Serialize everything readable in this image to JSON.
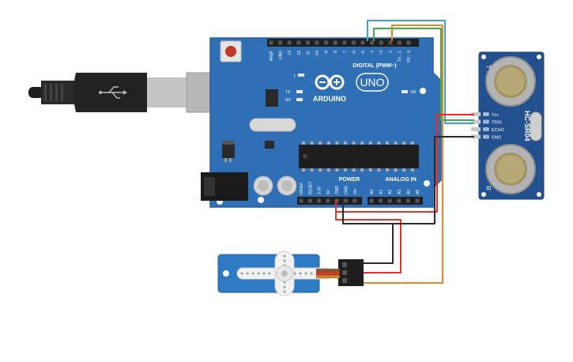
{
  "arduino": {
    "brand": "ARDUINO",
    "model": "UNO",
    "digital_header": "DIGITAL (PWM~)",
    "power_header": "POWER",
    "analog_header": "ANALOG IN",
    "on_label": "ON",
    "l_label": "L",
    "tx_label": "TX",
    "rx_label": "RX",
    "digital_pins": [
      "AREF",
      "GND",
      "13",
      "12",
      "~11",
      "~10",
      "~9",
      "8",
      "7",
      "~6",
      "~5",
      "4",
      "~3",
      "2",
      "TX→1",
      "RX←0"
    ],
    "power_pins": [
      "IOREF",
      "RESET",
      "3.3V",
      "5V",
      "GND",
      "GND",
      "Vin"
    ],
    "analog_pins": [
      "A0",
      "A1",
      "A2",
      "A3",
      "A4",
      "A5"
    ]
  },
  "sensor": {
    "model": "HC-SR04",
    "pins": [
      "Vcc",
      "TRIG",
      "ECHO",
      "GND"
    ],
    "left_mark": "T",
    "right_mark": "R"
  },
  "colors": {
    "board": "#2f6fb5",
    "sensor": "#23508f",
    "servo": "#2e7bc4",
    "wire_red": "#e0312a",
    "wire_black": "#2b2b2b",
    "wire_orange": "#e8861f",
    "wire_blue": "#3aa3d8",
    "wire_green": "#3fae49"
  },
  "icons": [
    "usb-cable-icon",
    "servo-motor",
    "ultrasonic-sensor"
  ]
}
